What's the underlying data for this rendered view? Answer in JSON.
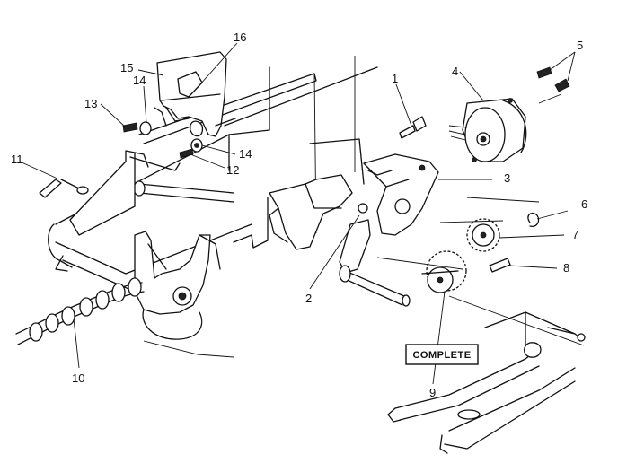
{
  "callouts": {
    "c1": "1",
    "c2": "2",
    "c3": "3",
    "c4": "4",
    "c5": "5",
    "c6": "6",
    "c7": "7",
    "c8": "8",
    "c9": "9",
    "c10": "10",
    "c11": "11",
    "c12": "12",
    "c13": "13",
    "c14a": "14",
    "c14b": "14",
    "c15": "15",
    "c16": "16"
  },
  "complete_label": "COMPLETE"
}
